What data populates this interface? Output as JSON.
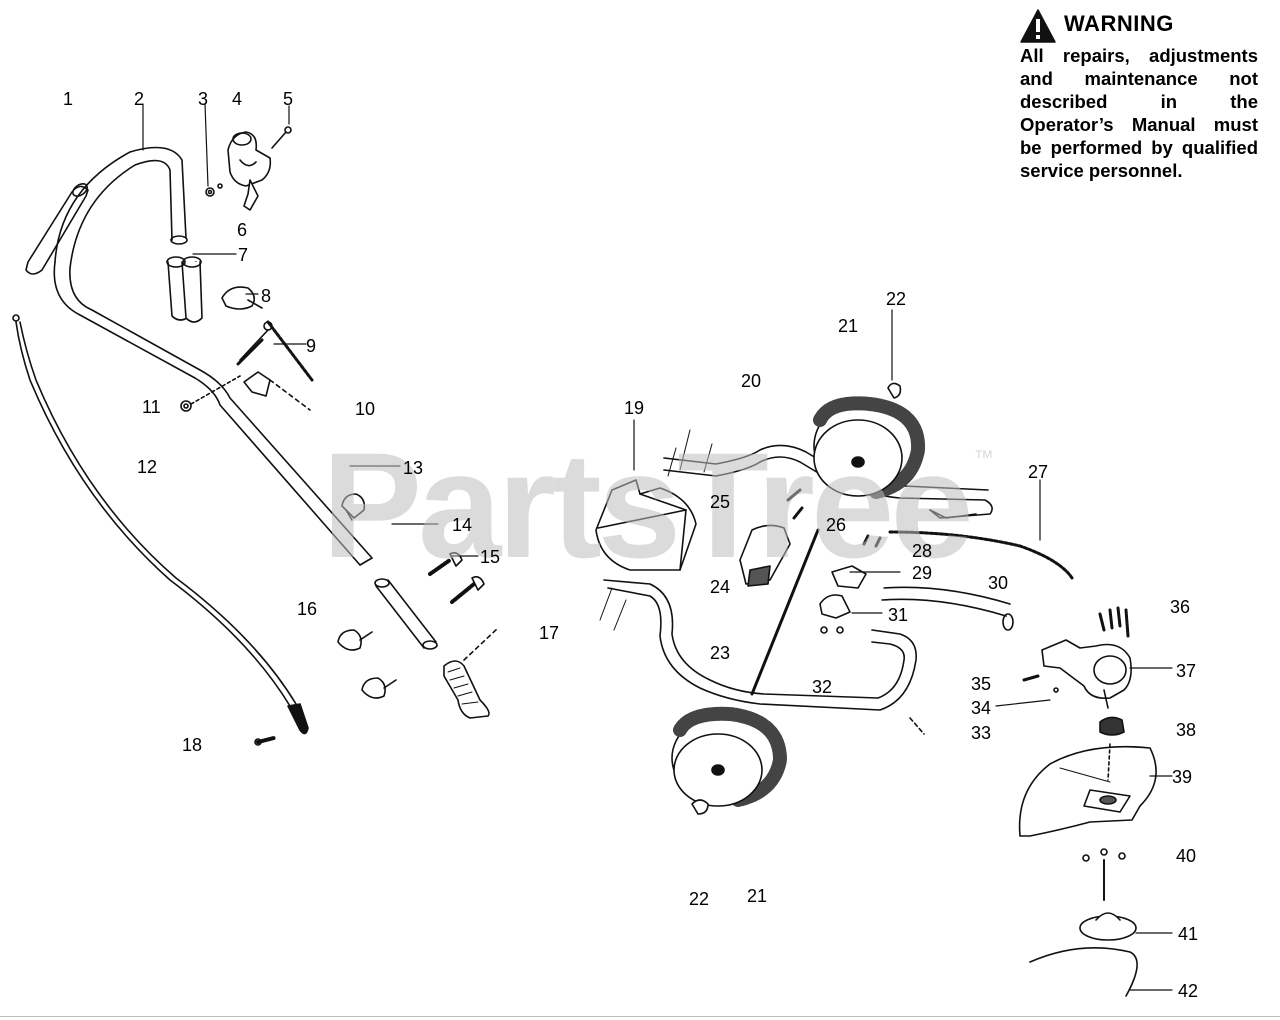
{
  "warning": {
    "title": "WARNING",
    "text": "All repairs, adjustments and maintenance not described in the Operator’s Manual must be performed by qualified service personnel.",
    "icon": "warning-triangle-icon"
  },
  "watermark": {
    "text": "PartsTree",
    "mark": "™"
  },
  "callouts": [
    {
      "id": "c1",
      "label": "1"
    },
    {
      "id": "c2",
      "label": "2"
    },
    {
      "id": "c3",
      "label": "3"
    },
    {
      "id": "c4",
      "label": "4"
    },
    {
      "id": "c5",
      "label": "5"
    },
    {
      "id": "c6",
      "label": "6"
    },
    {
      "id": "c7",
      "label": "7"
    },
    {
      "id": "c8",
      "label": "8"
    },
    {
      "id": "c9",
      "label": "9"
    },
    {
      "id": "c10",
      "label": "10"
    },
    {
      "id": "c11",
      "label": "11"
    },
    {
      "id": "c12",
      "label": "12"
    },
    {
      "id": "c13",
      "label": "13"
    },
    {
      "id": "c14",
      "label": "14"
    },
    {
      "id": "c15",
      "label": "15"
    },
    {
      "id": "c16",
      "label": "16"
    },
    {
      "id": "c17",
      "label": "17"
    },
    {
      "id": "c18",
      "label": "18"
    },
    {
      "id": "c19",
      "label": "19"
    },
    {
      "id": "c20",
      "label": "20"
    },
    {
      "id": "c21a",
      "label": "21"
    },
    {
      "id": "c22a",
      "label": "22"
    },
    {
      "id": "c23",
      "label": "23"
    },
    {
      "id": "c24",
      "label": "24"
    },
    {
      "id": "c25",
      "label": "25"
    },
    {
      "id": "c26",
      "label": "26"
    },
    {
      "id": "c27",
      "label": "27"
    },
    {
      "id": "c28",
      "label": "28"
    },
    {
      "id": "c29",
      "label": "29"
    },
    {
      "id": "c30",
      "label": "30"
    },
    {
      "id": "c31",
      "label": "31"
    },
    {
      "id": "c32",
      "label": "32"
    },
    {
      "id": "c33",
      "label": "33"
    },
    {
      "id": "c34",
      "label": "34"
    },
    {
      "id": "c35",
      "label": "35"
    },
    {
      "id": "c36",
      "label": "36"
    },
    {
      "id": "c37",
      "label": "37"
    },
    {
      "id": "c38",
      "label": "38"
    },
    {
      "id": "c39",
      "label": "39"
    },
    {
      "id": "c40",
      "label": "40"
    },
    {
      "id": "c41",
      "label": "41"
    },
    {
      "id": "c42",
      "label": "42"
    },
    {
      "id": "c22b",
      "label": "22"
    },
    {
      "id": "c21b",
      "label": "21"
    }
  ]
}
